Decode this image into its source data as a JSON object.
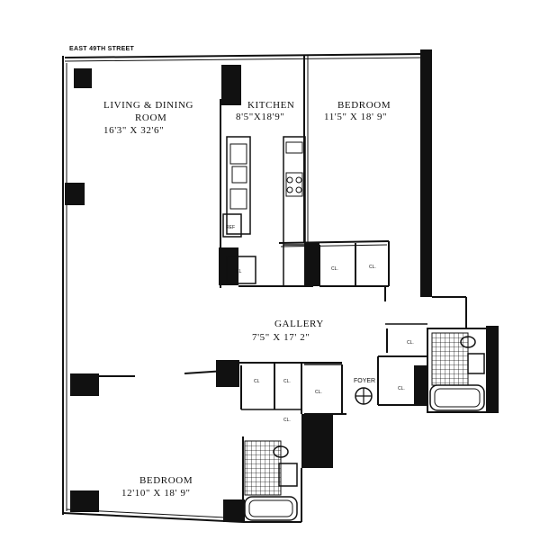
{
  "street": "EAST 49TH STREET",
  "rooms": {
    "living": {
      "name_line1": "LIVING & DINING",
      "name_line2": "ROOM",
      "dims": "16'3\" X 32'6\""
    },
    "kitchen": {
      "name": "KITCHEN",
      "dims": "8'5\"X18'9\""
    },
    "bedroom1": {
      "name": "BEDROOM",
      "dims": "11'5\" X 18' 9\""
    },
    "gallery": {
      "name": "GALLERY",
      "dims": "7'5\" X 17' 2\""
    },
    "foyer": {
      "name": "FOYER"
    },
    "bedroom2": {
      "name": "BEDROOM",
      "dims": "12'10\" X 18' 9\""
    }
  },
  "closet_label": "CL",
  "closet_small_label": "CL.",
  "refrigerator_label": "REF"
}
